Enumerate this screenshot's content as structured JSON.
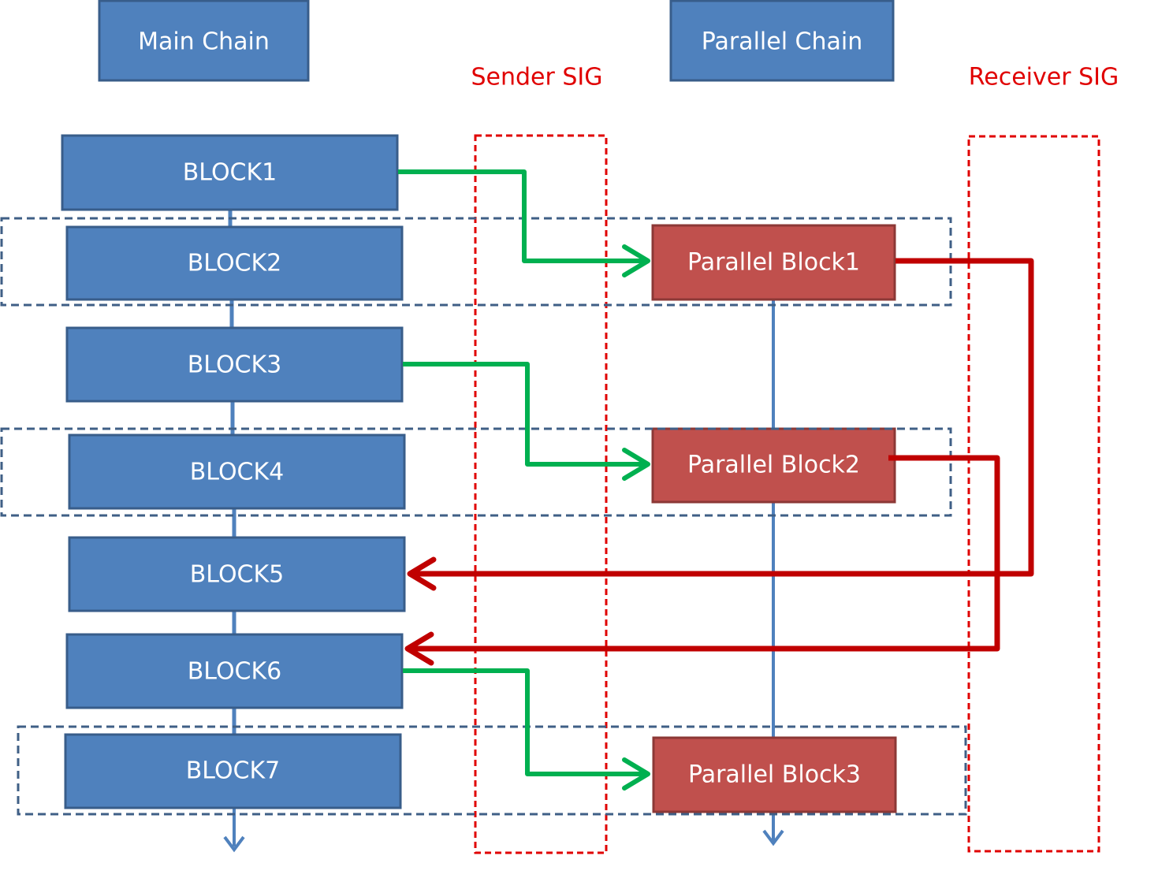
{
  "headers": {
    "main_chain": "Main Chain",
    "parallel_chain": "Parallel Chain"
  },
  "sig_labels": {
    "sender": "Sender SIG",
    "receiver": "Receiver SIG"
  },
  "main_blocks": [
    "BLOCK1",
    "BLOCK2",
    "BLOCK3",
    "BLOCK4",
    "BLOCK5",
    "BLOCK6",
    "BLOCK7"
  ],
  "parallel_blocks": [
    "Parallel Block1",
    "Parallel Block2",
    "Parallel Block3"
  ],
  "links": {
    "send": [
      {
        "from": "BLOCK1",
        "to": "Parallel Block1"
      },
      {
        "from": "BLOCK3",
        "to": "Parallel Block2"
      },
      {
        "from": "BLOCK6",
        "to": "Parallel Block3"
      }
    ],
    "receive": [
      {
        "from": "Parallel Block1",
        "to": "BLOCK5"
      },
      {
        "from": "Parallel Block2",
        "to": "BLOCK6"
      }
    ]
  },
  "colors": {
    "blue_block": "#4f81bd",
    "blue_border": "#385d8a",
    "red_block": "#c0504d",
    "red_border": "#8c3836",
    "send_arrow": "#00b050",
    "receive_arrow": "#c00000",
    "sig_box": "#e00000",
    "group_box": "#3f5f86",
    "chain_line": "#4f81bd"
  }
}
